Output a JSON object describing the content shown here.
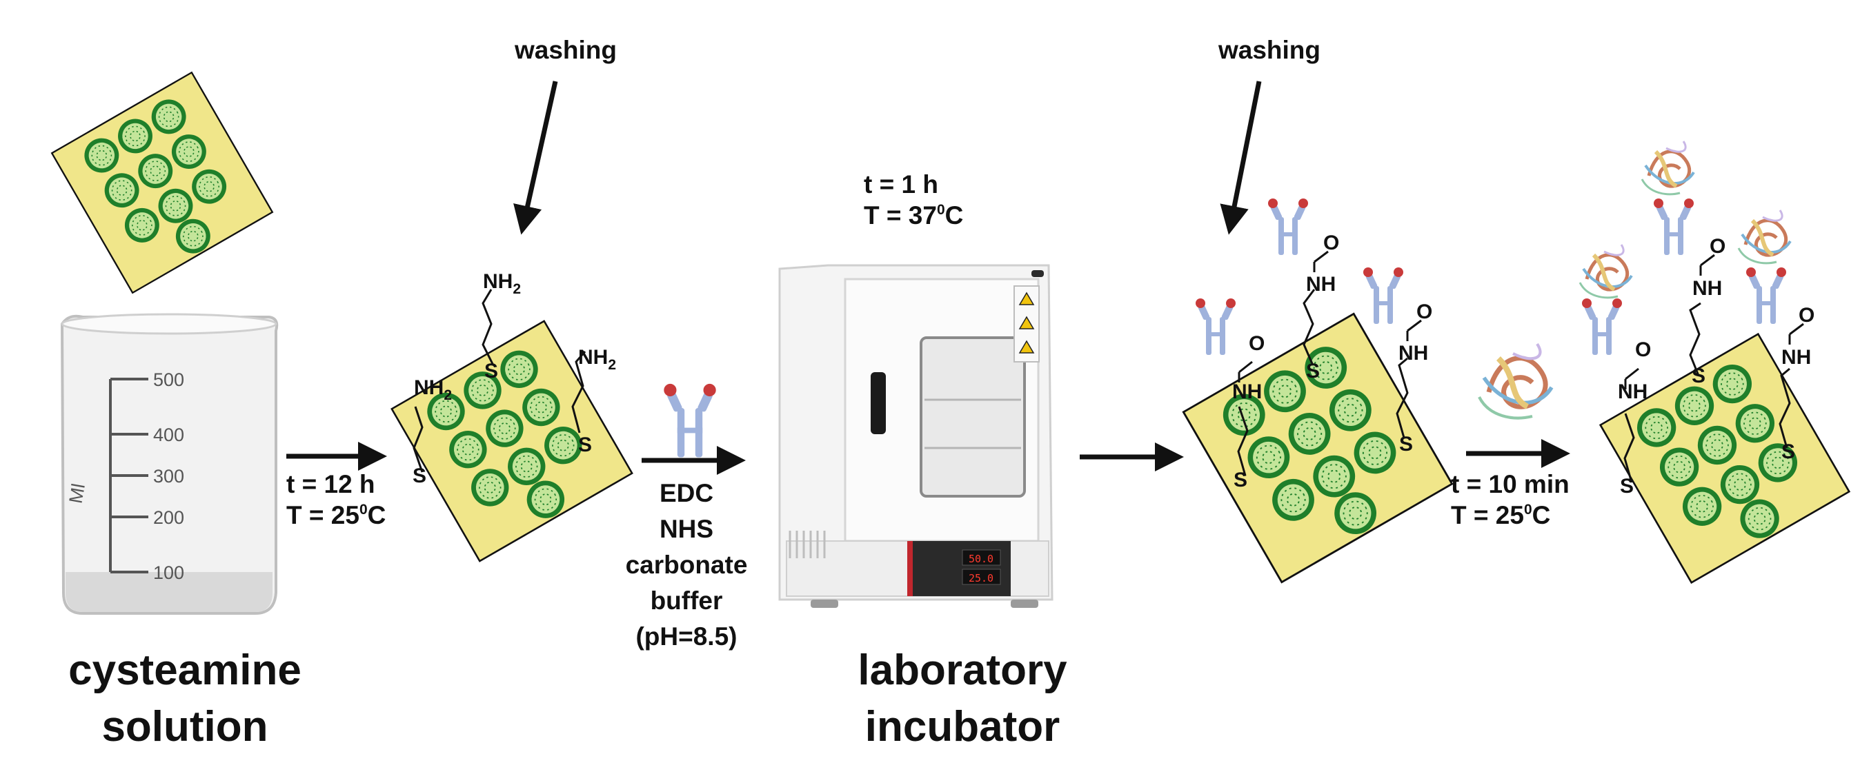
{
  "colors": {
    "chip": "#f0e68a",
    "electrode_ring": "#1f7f2a",
    "electrode_fill": "#c4e59a",
    "arrow": "#111111",
    "antibody": "#9fb2dc",
    "antibody_tip": "#c93a3a"
  },
  "labels": {
    "washing_1": "washing",
    "washing_2": "washing",
    "cysteamine_line1": "cysteamine",
    "cysteamine_line2": "solution",
    "incubator_line1": "laboratory",
    "incubator_line2": "incubator",
    "step1_time": "t = 12 h",
    "step1_temp_prefix": "T = 25",
    "step1_temp_sup": "0",
    "step1_temp_unit": "C",
    "incubator_time": "t = 1 h",
    "incubator_temp_prefix": "T = 37",
    "incubator_temp_sup": "0",
    "incubator_temp_unit": "C",
    "reagent_1": "EDC",
    "reagent_2": "NHS",
    "reagent_3": "carbonate",
    "reagent_4": "buffer",
    "reagent_5": "(pH=8.5)",
    "step4_time": "t = 10 min",
    "step4_temp_prefix": "T = 25",
    "step4_temp_sup": "0",
    "step4_temp_unit": "C"
  },
  "beaker_ticks": [
    "500",
    "400",
    "300",
    "200",
    "100"
  ],
  "beaker_side_mark": "Ml",
  "chem": {
    "nh2": "NH",
    "nh2_sub": "2",
    "nh": "NH",
    "o": "O",
    "s": "S"
  },
  "incubator_display": [
    "50.0",
    "25.0"
  ],
  "icons": [
    "beaker-icon",
    "sensor-chip-icon",
    "antibody-icon",
    "incubator-icon",
    "protein-icon",
    "arrow-icon"
  ]
}
